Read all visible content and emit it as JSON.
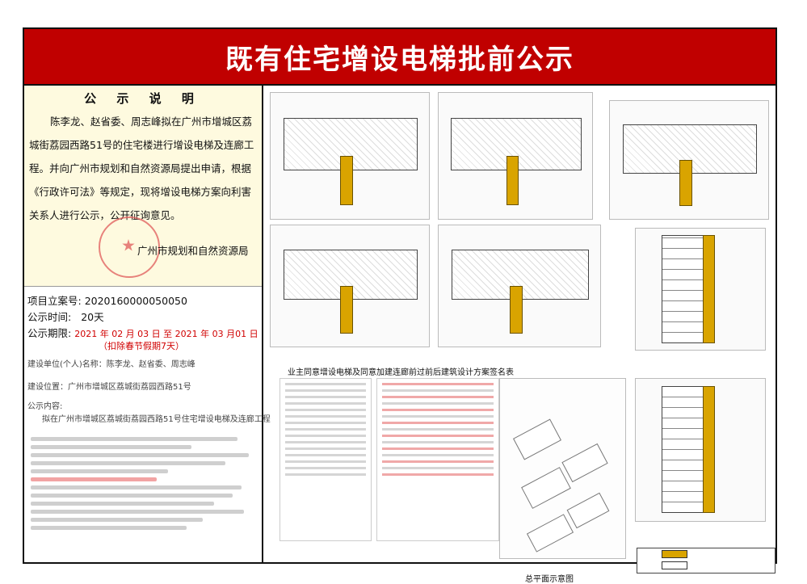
{
  "title": "既有住宅增设电梯批前公示",
  "notice": {
    "heading": "公 示 说 明",
    "body": "陈李龙、赵省委、周志峰拟在广州市增城区荔城街荔园西路51号的住宅楼进行增设电梯及连廊工程。并向广州市规划和自然资源局提出申请，根据《行政许可法》等规定，现将增设电梯方案向利害关系人进行公示，公开征询意见。",
    "bureau": "广州市规划和自然资源局"
  },
  "info": {
    "project_no_label": "项目立案号:",
    "project_no": "2020160000050050",
    "period_label": "公示时间:",
    "period": "20天",
    "deadline_label": "公示期限:",
    "deadline": "2021 年 02 月 03 日 至  2021 年 03 月01 日",
    "deadline_note": "（扣除春节假期7天）",
    "applicant": "建设单位(个人)名称：陈李龙、赵省委、周志峰",
    "address": "建设位置：广州市增城区荔城街荔园西路51号",
    "content_label": "公示内容:",
    "content": "拟在广州市增城区荔城街荔园西路51号住宅增设电梯及连廊工程"
  },
  "drawings": {
    "table_title": "业主同意增设电梯及同意加建连廊前过前后建筑设计方案签名表",
    "site_caption": "总平面示意图"
  },
  "colors": {
    "title_bg": "#c00000",
    "notice_bg": "#fefadf",
    "elevator": "#d9a400",
    "highlight": "#d00000"
  }
}
